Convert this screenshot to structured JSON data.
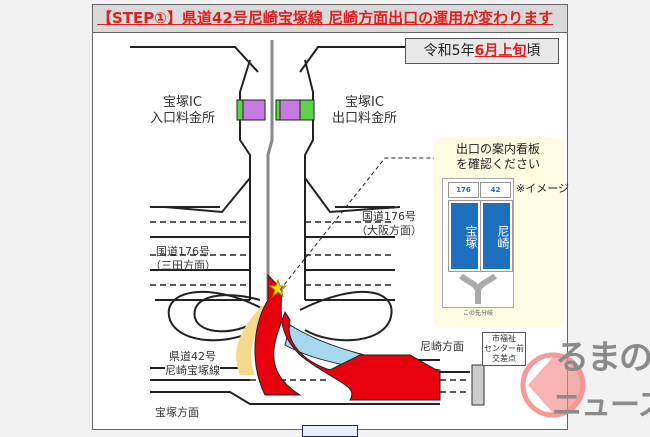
{
  "title": "【STEP①】県道42号尼崎宝塚線 尼崎方面出口の運用が変わります",
  "date": {
    "prefix": "令和5年",
    "highlight": "6月上旬",
    "suffix": "頃"
  },
  "labels": {
    "entrance_toll": [
      "宝塚IC",
      "入口料金所"
    ],
    "exit_toll": [
      "宝塚IC",
      "出口料金所"
    ],
    "route176_osaka": [
      "国道176号",
      "（大阪方面）"
    ],
    "route176_sanda": [
      "国道176号",
      "（三田方面）"
    ],
    "pref42": [
      "県道42号",
      "尼崎宝塚線"
    ],
    "takarazuka_dir": "宝塚方面",
    "amagasaki_dir": "尼崎方面",
    "intersection": [
      "市福祉",
      "センター前",
      "交差点"
    ]
  },
  "callout": {
    "text": [
      "出口の案内看板",
      "を確認ください"
    ],
    "note": "※イメージ",
    "sign_left": {
      "route": "176",
      "dest": "宝塚",
      "arrow": "←"
    },
    "sign_right": {
      "route": "42",
      "dest": "尼崎",
      "arrow": "→"
    },
    "branch_label": "この先分岐"
  },
  "watermark": {
    "text": "くるまのニュース",
    "line1": "るまの",
    "line2": "ニュース"
  },
  "colors": {
    "title_red": "#e0201f",
    "route_red": "#e8000f",
    "route_blue": "#a6d8f0",
    "route_yellow": "#f7d98c",
    "toll_purple": "#c77be0",
    "toll_green": "#5dd24a",
    "sign_blue": "#1f6fbf"
  }
}
